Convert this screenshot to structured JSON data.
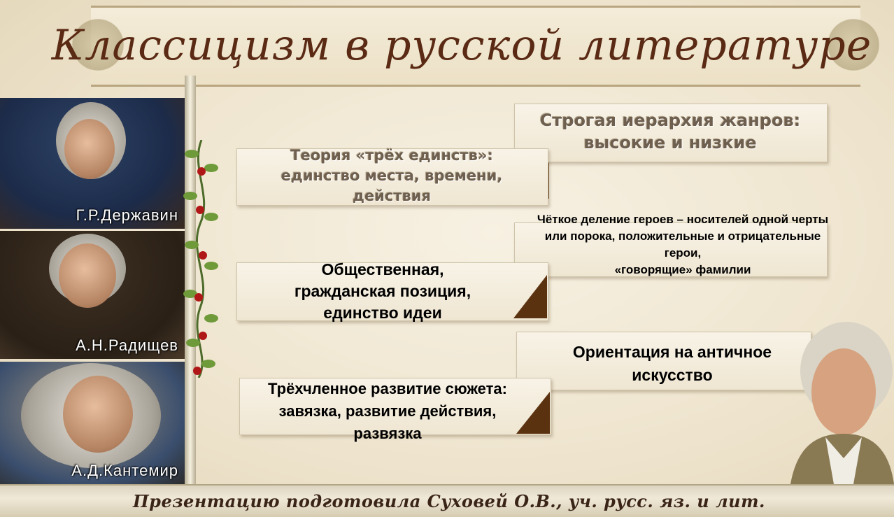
{
  "title": "Классицизм в русской литературе",
  "portraits": [
    {
      "caption": "Г.Р.Державин"
    },
    {
      "caption": "А.Н.Радищев"
    },
    {
      "caption": "А.Д.Кантемир"
    }
  ],
  "boxes": {
    "genres": {
      "line1": "Строгая иерархия жанров:",
      "line2": "высокие и низкие"
    },
    "unities": {
      "line1": "Теория «трёх единств»:",
      "line2": "единство места, времени,",
      "line3": "действия"
    },
    "heroes": {
      "line1": "Чёткое деление героев – носителей одной черты",
      "line2": "или порока, положительные и отрицательные",
      "line3": "герои,",
      "line4": "«говорящие» фамилии"
    },
    "civic": {
      "line1": "Общественная,",
      "line2": "гражданская позиция,",
      "line3": "единство идеи"
    },
    "antique": {
      "line1": "Ориентация на античное",
      "line2": "искусство"
    },
    "plot": {
      "line1": "Трёхчленное развитие сюжета:",
      "line2": "завязка, развитие действия,",
      "line3": "развязка"
    }
  },
  "footer": "Презентацию подготовила Суховей О.В., уч. русс. яз. и лит."
}
